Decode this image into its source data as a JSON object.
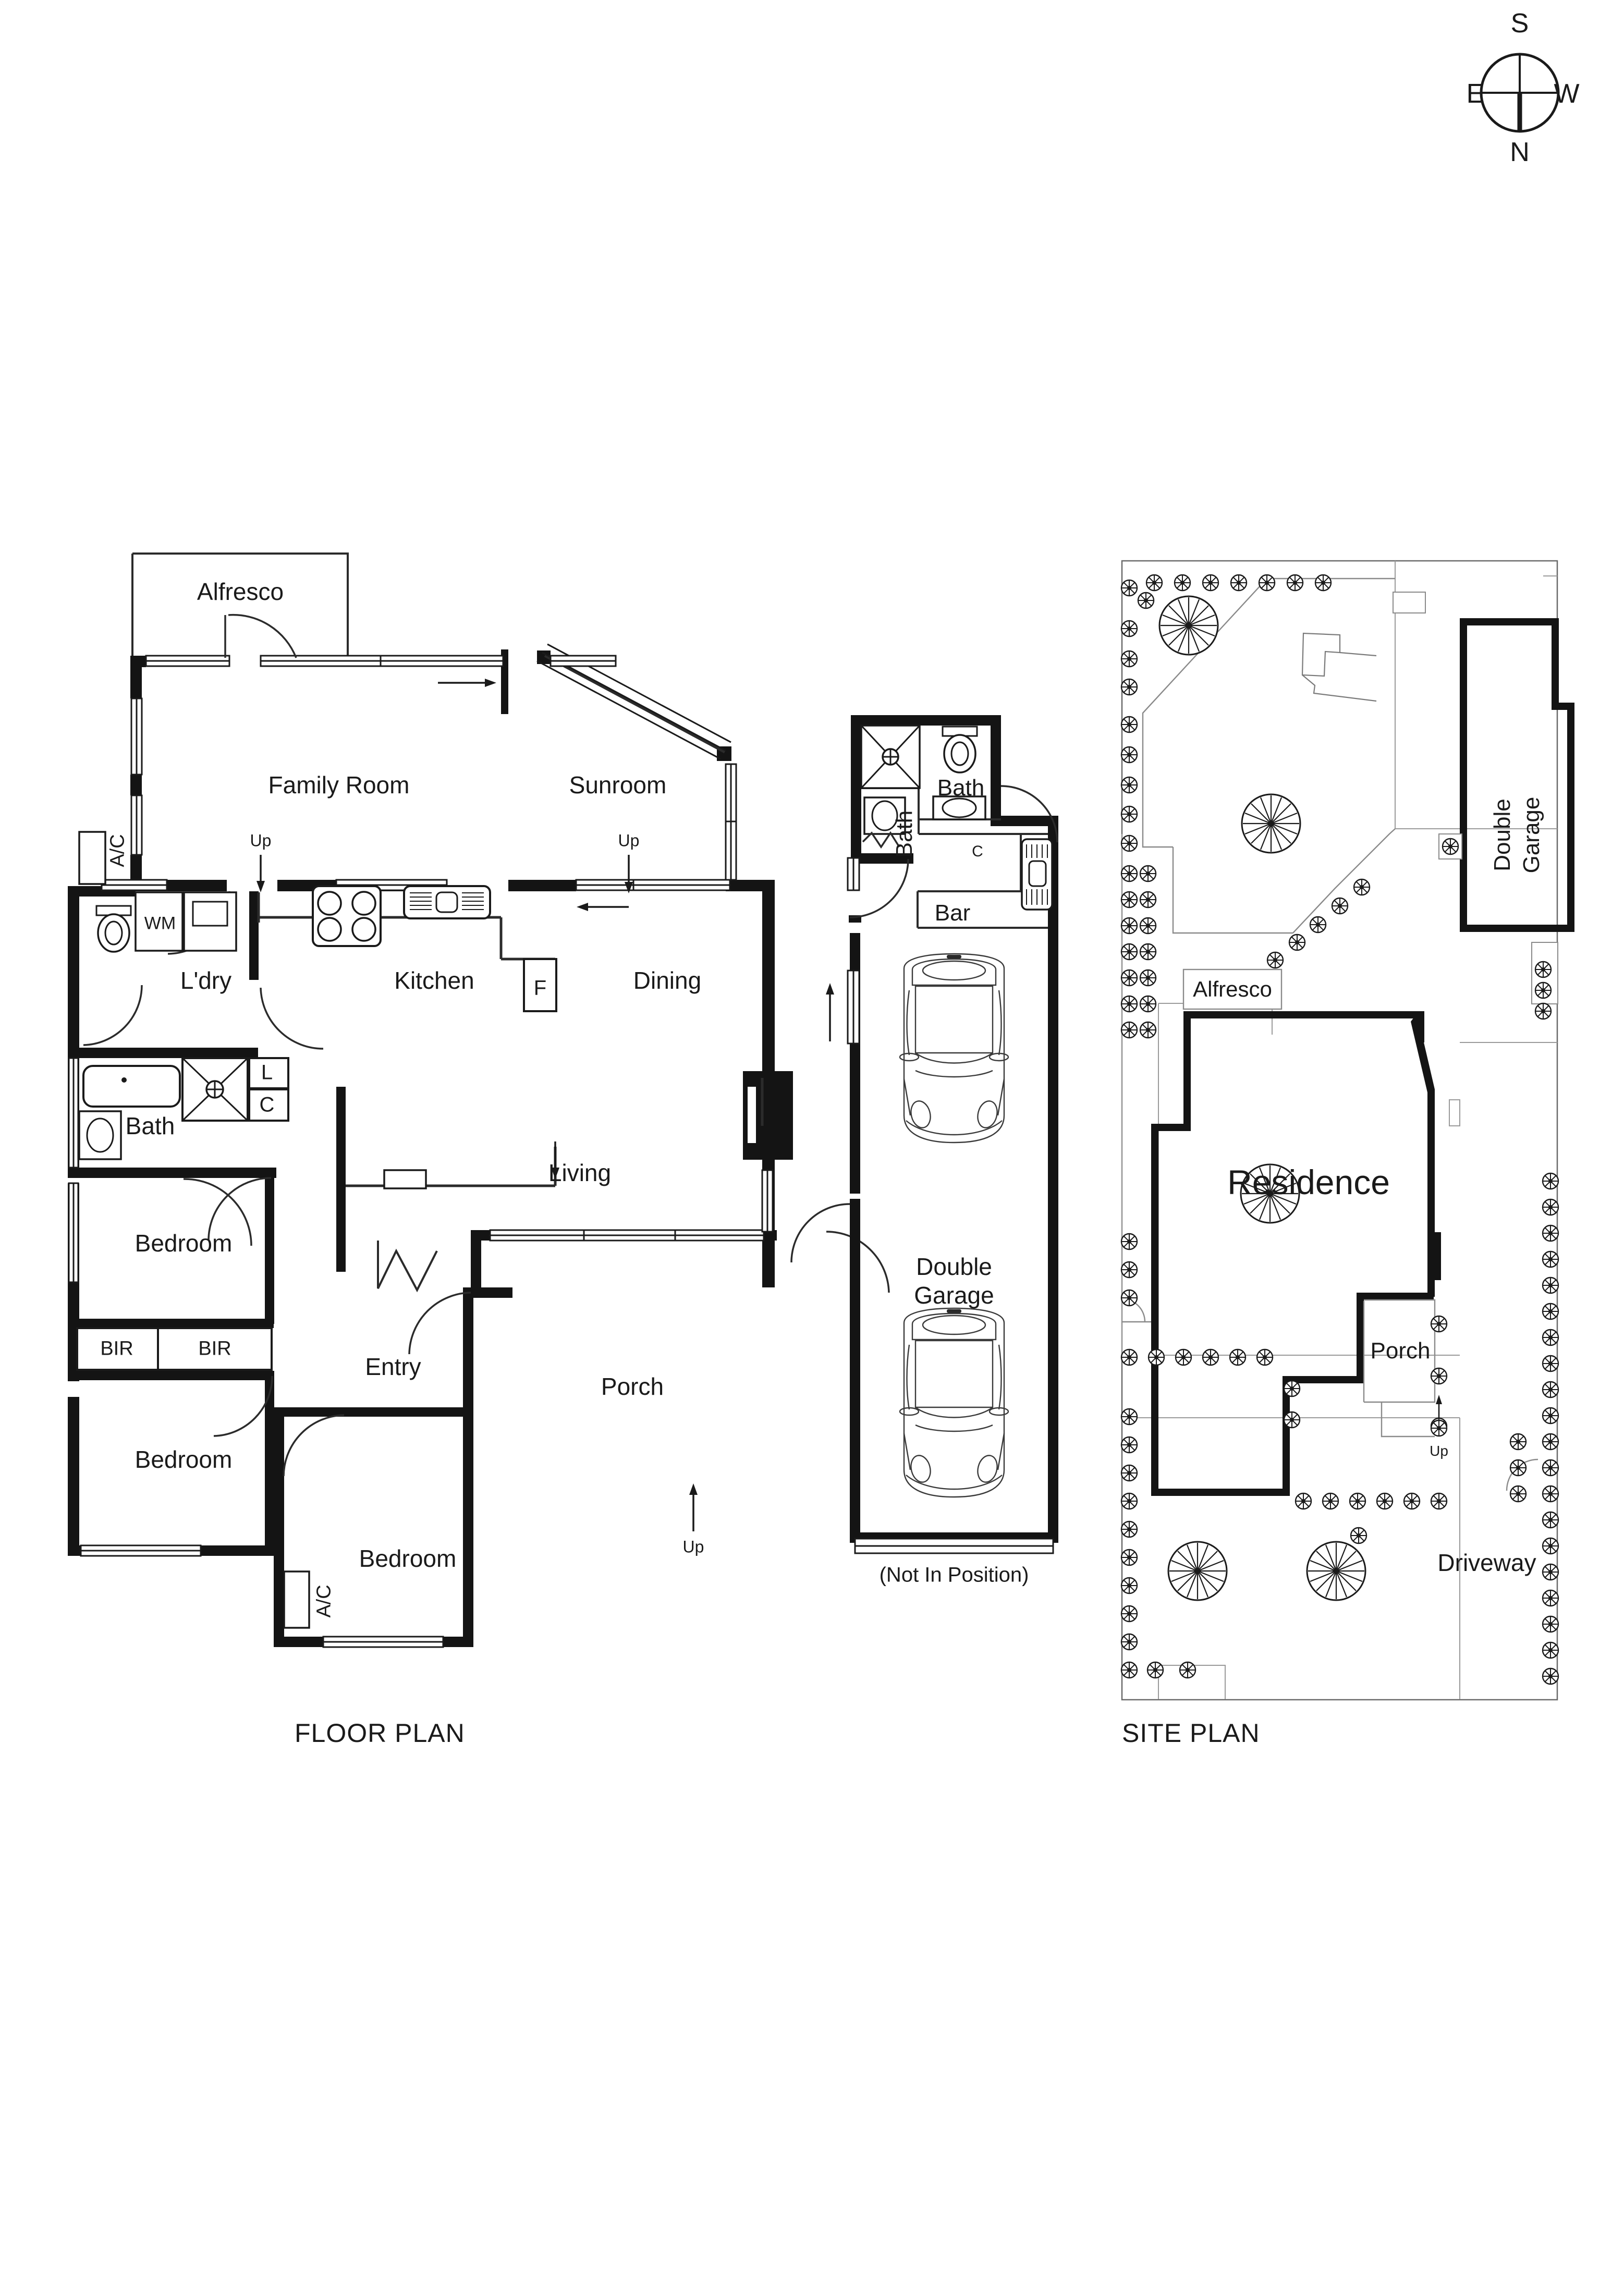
{
  "document": {
    "type": "real-estate-floorplan",
    "panels": [
      "FLOOR PLAN",
      "GARAGE",
      "SITE PLAN"
    ]
  },
  "compass": {
    "name": "compass-rose",
    "north": "N",
    "south": "S",
    "east": "E",
    "west": "W",
    "orientation_note": "S at top, N at bottom, E at left, W at right"
  },
  "floor_plan": {
    "title": "FLOOR PLAN",
    "rooms": [
      {
        "id": "alfresco",
        "label": "Alfresco"
      },
      {
        "id": "family",
        "label": "Family Room"
      },
      {
        "id": "sunroom",
        "label": "Sunroom"
      },
      {
        "id": "laundry",
        "label": "L'dry"
      },
      {
        "id": "kitchen",
        "label": "Kitchen"
      },
      {
        "id": "dining",
        "label": "Dining"
      },
      {
        "id": "bath",
        "label": "Bath"
      },
      {
        "id": "living",
        "label": "Living"
      },
      {
        "id": "bedroom1",
        "label": "Bedroom"
      },
      {
        "id": "bedroom2",
        "label": "Bedroom"
      },
      {
        "id": "bedroom3",
        "label": "Bedroom"
      },
      {
        "id": "entry",
        "label": "Entry"
      },
      {
        "id": "porch",
        "label": "Porch"
      }
    ],
    "fixtures": [
      {
        "id": "ac-family",
        "label": "A/C",
        "rotated": true
      },
      {
        "id": "ac-bedroom3",
        "label": "A/C",
        "rotated": true
      },
      {
        "id": "washing-machine",
        "label": "WM"
      },
      {
        "id": "fridge",
        "label": "F"
      },
      {
        "id": "linen",
        "label": "L"
      },
      {
        "id": "cupboard",
        "label": "C"
      },
      {
        "id": "bir-left",
        "label": "BIR"
      },
      {
        "id": "bir-right",
        "label": "BIR"
      }
    ],
    "stair_markers": [
      {
        "id": "up-family",
        "label": "Up"
      },
      {
        "id": "up-sunroom",
        "label": "Up"
      },
      {
        "id": "up-porch",
        "label": "Up"
      }
    ]
  },
  "garage_plan": {
    "rooms": [
      {
        "id": "garage-bath-shower",
        "label": "Bath",
        "rotated": true
      },
      {
        "id": "garage-bath",
        "label": "Bath"
      },
      {
        "id": "garage-bar",
        "label": "Bar"
      },
      {
        "id": "double-garage",
        "label_line1": "Double",
        "label_line2": "Garage"
      }
    ],
    "fixtures": [
      {
        "id": "garage-cupboard",
        "label": "C"
      }
    ],
    "note": "(Not In Position)"
  },
  "site_plan": {
    "title": "SITE PLAN",
    "labels": [
      {
        "id": "site-residence",
        "label": "Residence"
      },
      {
        "id": "site-alfresco",
        "label": "Alfresco"
      },
      {
        "id": "site-porch",
        "label": "Porch"
      },
      {
        "id": "site-driveway",
        "label": "Driveway"
      },
      {
        "id": "site-double-garage",
        "label_line1": "Double",
        "label_line2": "Garage",
        "rotated": true
      }
    ],
    "markers": [
      {
        "id": "site-up",
        "label": "Up"
      }
    ]
  },
  "colors": {
    "ink": "#1a1a1a",
    "wall": "#141414",
    "thin": "#2b2b2b",
    "paper": "#ffffff"
  }
}
